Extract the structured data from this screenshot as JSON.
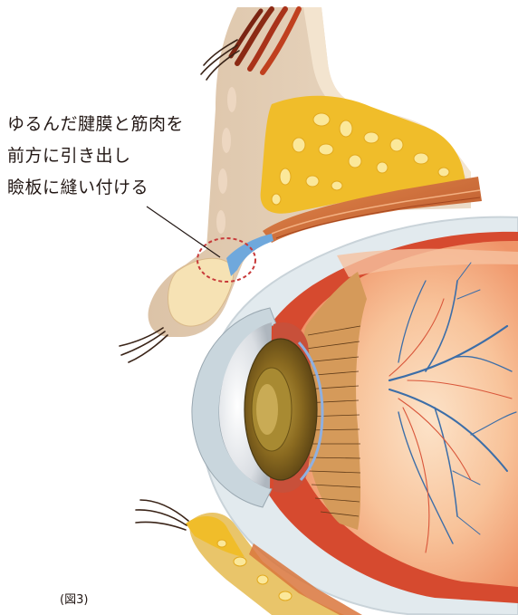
{
  "annotation": {
    "lines": [
      "ゆるんだ腱膜と筋肉を",
      "前方に引き出し",
      "瞼板に縫い付ける"
    ]
  },
  "figure_label": "(図3)",
  "colors": {
    "skin": "#e6d2bc",
    "fat": "#f2c12e",
    "muscle": "#d9763c",
    "sclera": "#e7eef1",
    "retina": "#f3a178",
    "iris": "#7a5a1c",
    "vessel": "#3c6ea8",
    "highlight_circle": "#c83a3a",
    "aponeurosis": "#6fa8dc"
  }
}
